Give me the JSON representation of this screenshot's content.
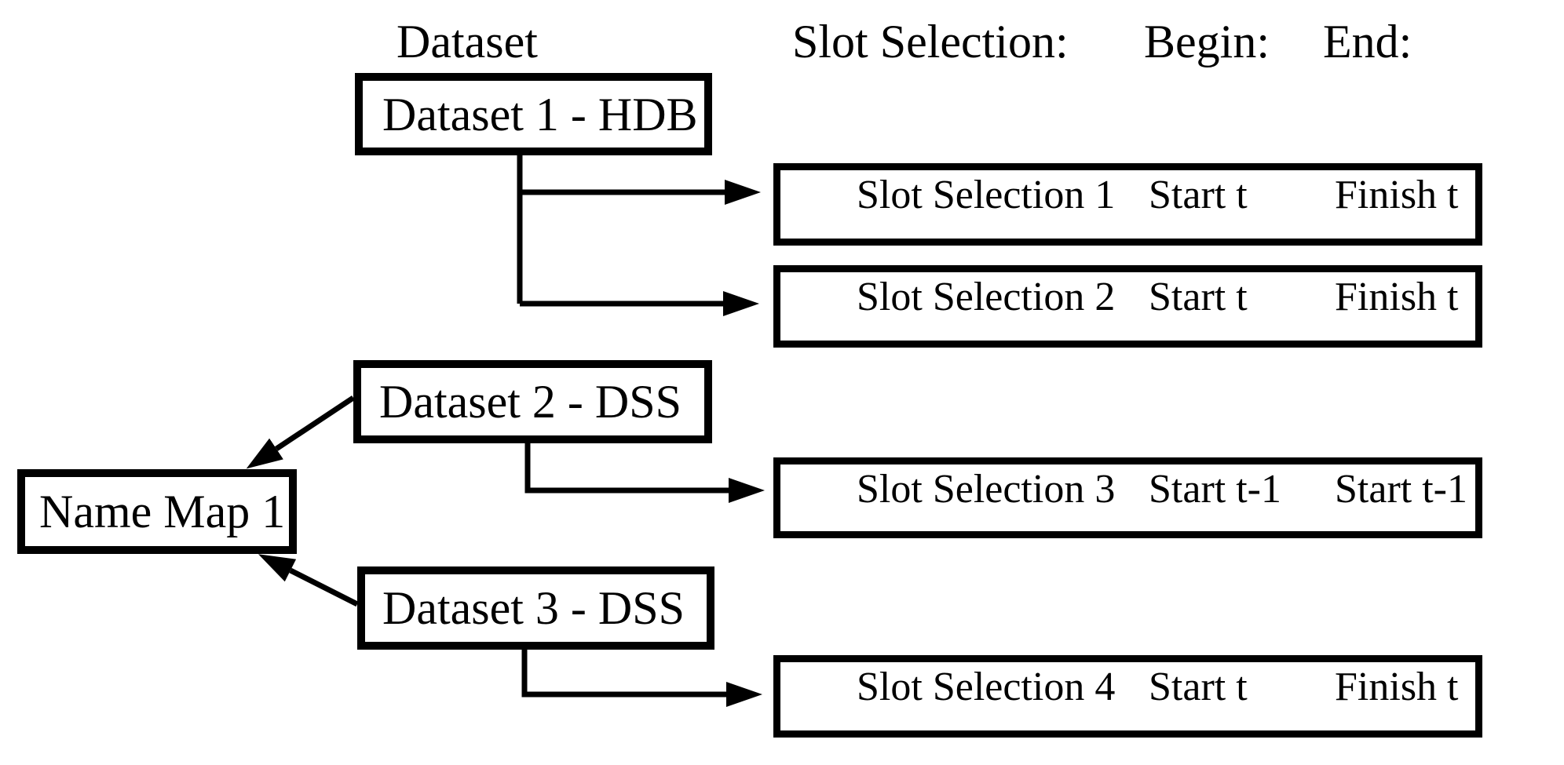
{
  "page": {
    "background_color": "#ffffff",
    "ink_color": "#000000"
  },
  "headers": {
    "dataset": "Dataset",
    "slot_selection": "Slot Selection:",
    "begin": "Begin:",
    "end": "End:"
  },
  "nodes": {
    "dataset1": {
      "label": "Dataset 1 - HDB"
    },
    "dataset2": {
      "label": "Dataset 2 - DSS"
    },
    "dataset3": {
      "label": "Dataset 3 - DSS"
    },
    "name_map": {
      "label": "Name Map 1"
    }
  },
  "slot_rows": [
    {
      "name": "Slot Selection 1",
      "begin": "Start t",
      "end": "Finish t"
    },
    {
      "name": "Slot Selection 2",
      "begin": "Start t",
      "end": "Finish t"
    },
    {
      "name": "Slot Selection 3",
      "begin": "Start t-1",
      "end": "Start t-1"
    },
    {
      "name": "Slot Selection 4",
      "begin": "Start t",
      "end": "Finish t"
    }
  ],
  "edges": [
    {
      "from": "dataset1",
      "to": "slot_row_1"
    },
    {
      "from": "dataset1",
      "to": "slot_row_2"
    },
    {
      "from": "dataset2",
      "to": "slot_row_3"
    },
    {
      "from": "dataset3",
      "to": "slot_row_4"
    },
    {
      "from": "dataset2",
      "to": "name_map"
    },
    {
      "from": "dataset3",
      "to": "name_map"
    }
  ]
}
